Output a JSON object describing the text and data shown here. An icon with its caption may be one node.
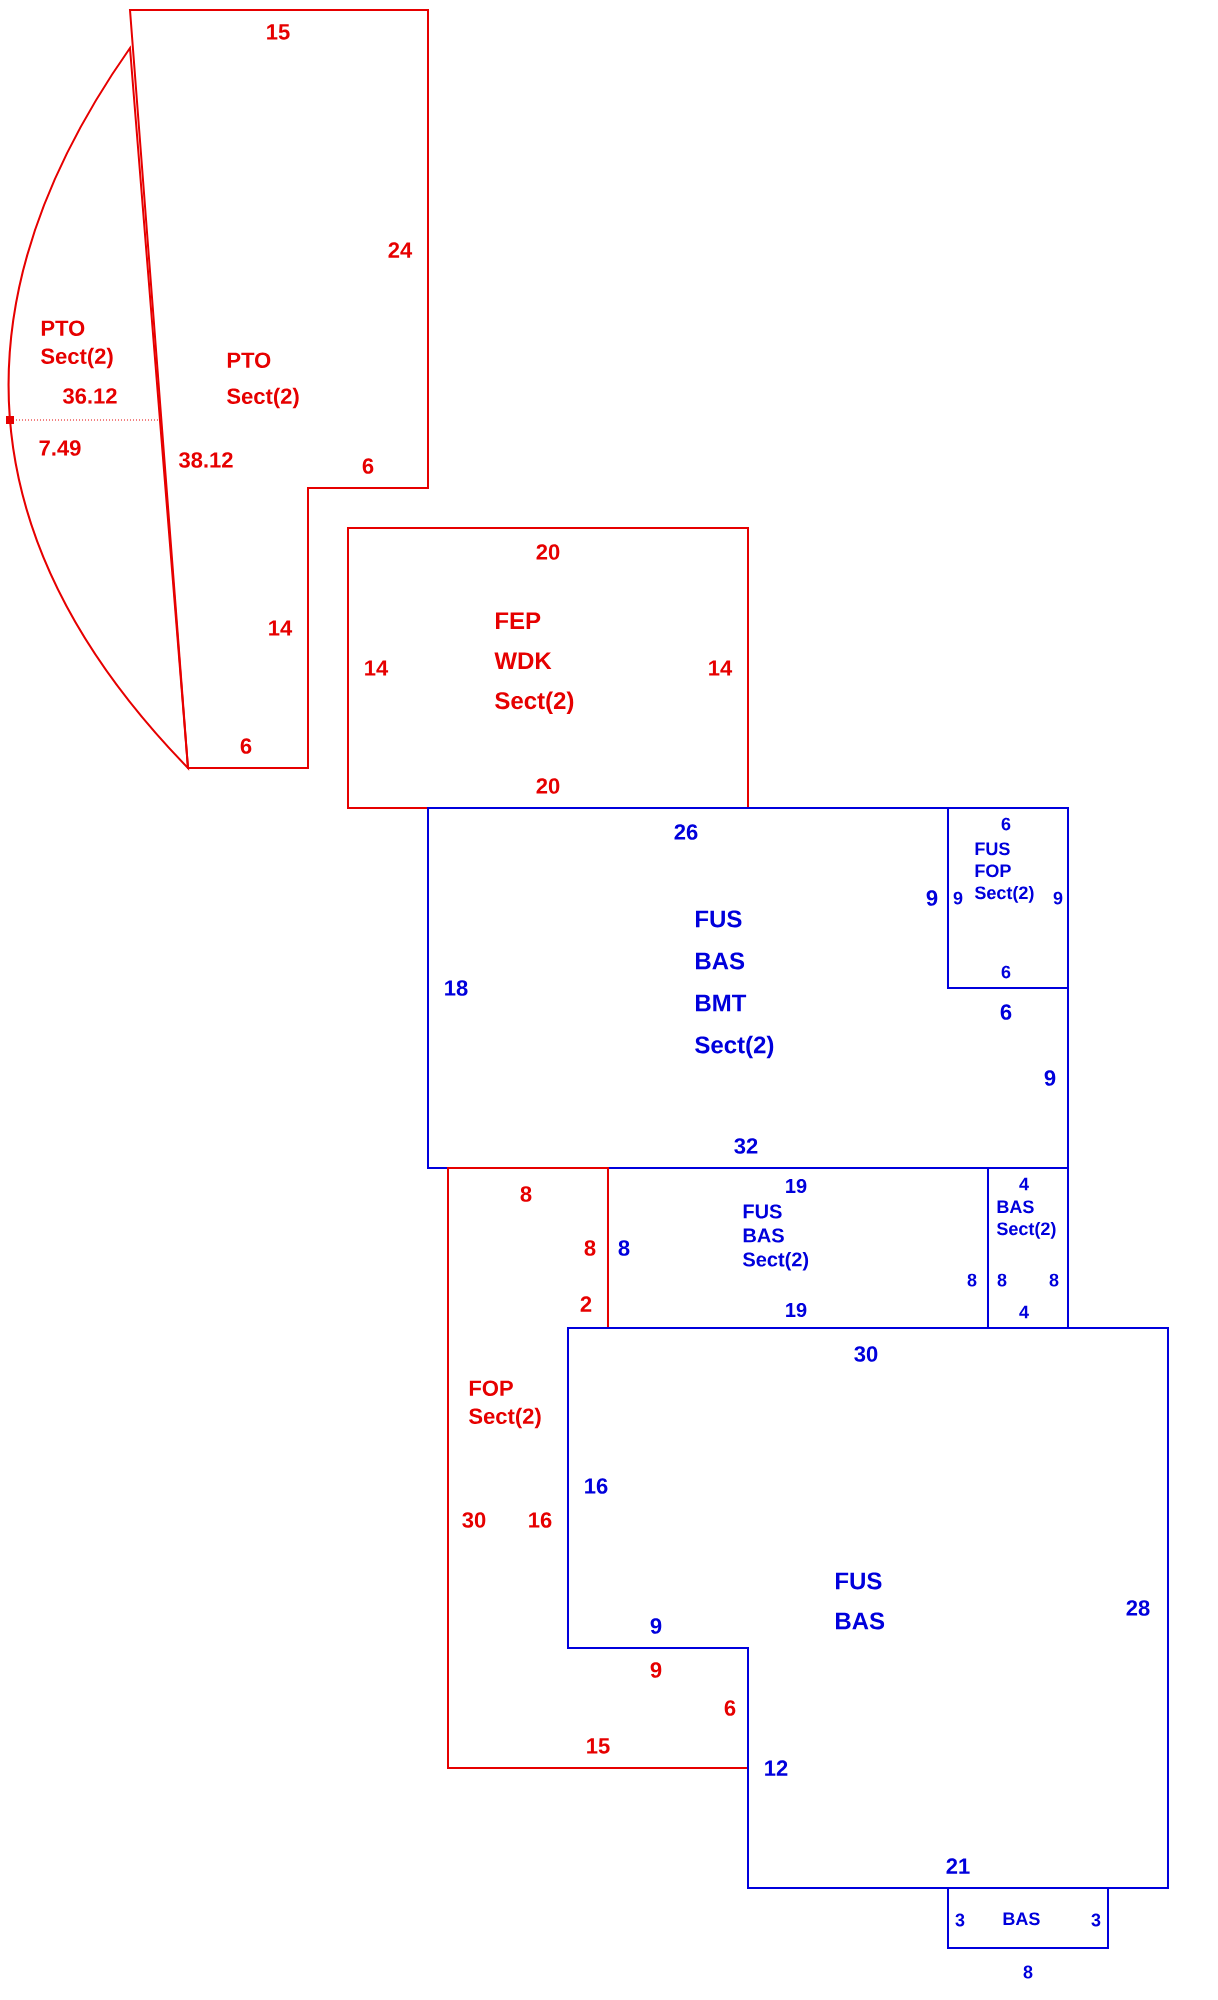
{
  "diagram": {
    "nodes": [
      {
        "text": [
          "PTO Sect(2)"
        ]
      },
      {
        "text": [
          "PTO Sect(2)"
        ]
      },
      {
        "text": [
          "FEP WDK Sect(2)"
        ]
      },
      {
        "text": [
          "FUS BAS BMT Sect(2)"
        ]
      },
      {
        "text": [
          "FUS FOP Sect(2)"
        ]
      },
      {
        "text": [
          "FUS BAS Sect(2)"
        ]
      },
      {
        "text": [
          "BAS Sect(2)"
        ]
      },
      {
        "text": [
          "FOP Sect(2)"
        ]
      },
      {
        "text": [
          "FUS BAS"
        ]
      },
      {
        "text": [
          "BAS"
        ]
      }
    ],
    "labels": [
      "15",
      "24",
      "38.12",
      "36.12",
      "6",
      "7.49",
      "14",
      "6",
      "20",
      "14",
      "14",
      "20",
      "26",
      "6",
      "9",
      "9",
      "9",
      "18",
      "6",
      "6",
      "9",
      "32",
      "8",
      "19",
      "4",
      "8",
      "8",
      "8",
      "8",
      "8",
      "2",
      "19",
      "4",
      "30",
      "30",
      "16",
      "16",
      "28",
      "9",
      "9",
      "6",
      "15",
      "12",
      "21",
      "3",
      "3",
      "8"
    ]
  }
}
